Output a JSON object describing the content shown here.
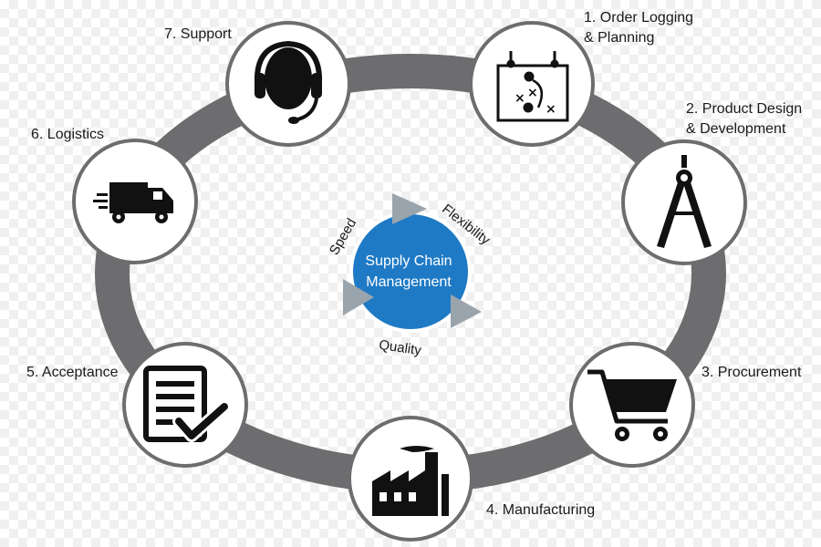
{
  "center": {
    "line1": "Supply Chain",
    "line2": "Management",
    "fill_color": "#1f7ac5",
    "arc_labels": {
      "top": "Flexibility",
      "left": "Speed",
      "bottom": "Quality"
    }
  },
  "ring_color": "#6d6d6f",
  "steps": [
    {
      "label": "1. Order Logging\n& Planning",
      "icon": "strategy-board-icon"
    },
    {
      "label": "2. Product Design\n& Development",
      "icon": "compass-icon"
    },
    {
      "label": "3. Procurement",
      "icon": "shopping-cart-icon"
    },
    {
      "label": "4. Manufacturing",
      "icon": "factory-icon"
    },
    {
      "label": "5. Acceptance",
      "icon": "checklist-icon"
    },
    {
      "label": "6. Logistics",
      "icon": "delivery-truck-icon"
    },
    {
      "label": "7. Support",
      "icon": "headset-icon"
    }
  ]
}
